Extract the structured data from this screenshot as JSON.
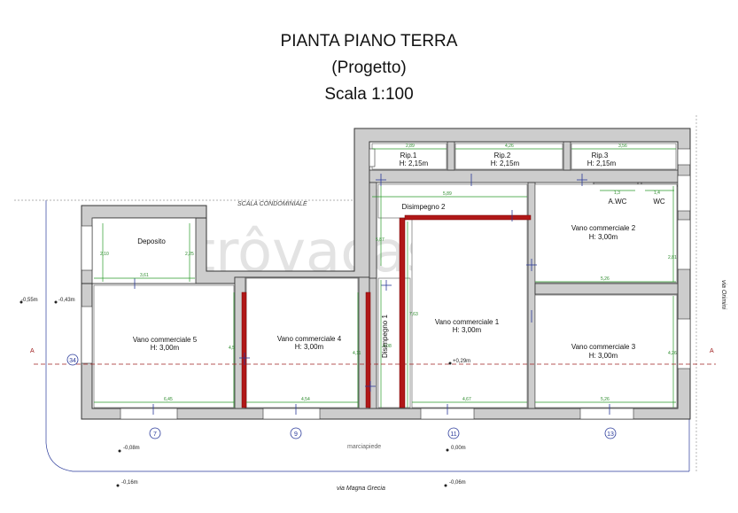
{
  "title": {
    "line1": "PIANTA PIANO TERRA",
    "line2": "(Progetto)",
    "line3": "Scala 1:100"
  },
  "watermark": "trôvacasa",
  "rooms": {
    "rip1": {
      "name": "Rip.1",
      "height": "H: 2,15m"
    },
    "rip2": {
      "name": "Rip.2",
      "height": "H: 2,15m"
    },
    "rip3": {
      "name": "Rip.3",
      "height": "H: 2,15m"
    },
    "awc": {
      "name": "A.WC"
    },
    "wc": {
      "name": "WC"
    },
    "disimpegno2": {
      "name": "Disimpegno 2"
    },
    "disimpegno1": {
      "name": "Disimpegno 1"
    },
    "deposito": {
      "name": "Deposito"
    },
    "vano1": {
      "name": "Vano commerciale 1",
      "height": "H: 3,00m"
    },
    "vano2": {
      "name": "Vano commerciale 2",
      "height": "H: 3,00m"
    },
    "vano3": {
      "name": "Vano commerciale 3",
      "height": "H: 3,00m"
    },
    "vano4": {
      "name": "Vano commerciale 4",
      "height": "H: 3,00m"
    },
    "vano5": {
      "name": "Vano commerciale 5",
      "height": "H: 3,00m"
    }
  },
  "labels": {
    "scala": "SCALA CONDOMINIALE",
    "marciapiede": "marciapiede",
    "via_magna": "via Magna Grecia",
    "via_orimini": "via Orimini",
    "section_a": "A"
  },
  "civic_numbers": [
    "34",
    "7",
    "9",
    "11",
    "13"
  ],
  "levels": {
    "l1": "-0,55m",
    "l2": "-0,43m",
    "l3": "+0,29m",
    "l4": "-0,08m",
    "l5": "0,00m",
    "l6": "-0,16m",
    "l7": "-0,06m"
  },
  "dimensions": {
    "rip1_w": "2,89",
    "rip2_w": "4,26",
    "rip3_w": "3,56",
    "dis2_w": "5,89",
    "vano5_w": "6,45",
    "vano4_w": "4,54",
    "vano1_w": "4,67",
    "vano3_w": "5,26",
    "vano2_w": "5,26",
    "dep_w": "3,61",
    "dep_h": "2,10",
    "dep_h2": "2,25",
    "vano5_h": "4,5",
    "vano4_h": "4,11",
    "dis1_h": "4,08",
    "vano1_h": "7,63",
    "vano2_h": "2,81",
    "vano3_h": "4,26",
    "dis2_h": "5,87",
    "awc_w": "1,3",
    "wc_w": "1,4"
  },
  "colors": {
    "wall_fill": "#cdcdcd",
    "wall_stroke": "#333333",
    "new_wall": "#b01818",
    "dimension": "#2a9a2a",
    "section_line": "#a02020",
    "civic": "#2a3a9a"
  }
}
